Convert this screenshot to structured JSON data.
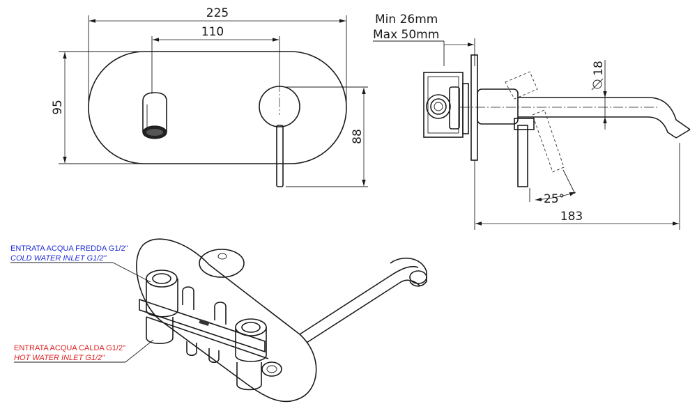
{
  "front_view": {
    "width_label": "225",
    "spacing_label": "110",
    "height_label": "95",
    "lever_height_label": "88"
  },
  "side_view": {
    "wall_min_label": "Min 26mm",
    "wall_max_label": "Max 50mm",
    "spout_diameter_label": "18",
    "angle_label": "25°",
    "projection_label": "183"
  },
  "inlets": {
    "cold_it": "ENTRATA ACQUA FREDDA G1/2\"",
    "cold_en": "COLD WATER INLET G1/2\"",
    "hot_it": "ENTRATA ACQUA CALDA G1/2\"",
    "hot_en": "HOT WATER INLET G1/2\"",
    "cold_color": "#1f2bd6",
    "hot_color": "#e02020"
  }
}
